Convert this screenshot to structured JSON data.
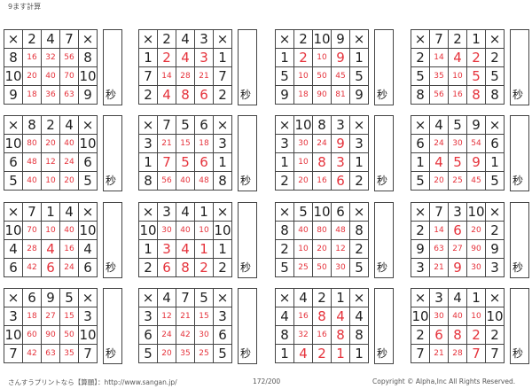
{
  "title": "9ます計算",
  "times_symbol": "×",
  "seconds_label": "秒",
  "grids": [
    {
      "cols": [
        2,
        4,
        7
      ],
      "rows": [
        8,
        10,
        9
      ],
      "products": [
        [
          16,
          32,
          56
        ],
        [
          20,
          40,
          70
        ],
        [
          18,
          36,
          63
        ]
      ]
    },
    {
      "cols": [
        2,
        4,
        3
      ],
      "rows": [
        1,
        7,
        2
      ],
      "products": [
        [
          2,
          4,
          3
        ],
        [
          14,
          28,
          21
        ],
        [
          4,
          8,
          6
        ]
      ]
    },
    {
      "cols": [
        2,
        10,
        9
      ],
      "rows": [
        1,
        5,
        9
      ],
      "products": [
        [
          2,
          10,
          9
        ],
        [
          10,
          50,
          45
        ],
        [
          18,
          90,
          81
        ]
      ]
    },
    {
      "cols": [
        7,
        2,
        1
      ],
      "rows": [
        2,
        5,
        8
      ],
      "products": [
        [
          14,
          4,
          2
        ],
        [
          35,
          10,
          5
        ],
        [
          56,
          16,
          8
        ]
      ]
    },
    {
      "cols": [
        8,
        2,
        4
      ],
      "rows": [
        10,
        6,
        5
      ],
      "products": [
        [
          80,
          20,
          40
        ],
        [
          48,
          12,
          24
        ],
        [
          40,
          10,
          20
        ]
      ]
    },
    {
      "cols": [
        7,
        5,
        6
      ],
      "rows": [
        3,
        1,
        8
      ],
      "products": [
        [
          21,
          15,
          18
        ],
        [
          7,
          5,
          6
        ],
        [
          56,
          40,
          48
        ]
      ]
    },
    {
      "cols": [
        10,
        8,
        3
      ],
      "rows": [
        3,
        1,
        2
      ],
      "products": [
        [
          30,
          24,
          9
        ],
        [
          10,
          8,
          3
        ],
        [
          20,
          16,
          6
        ]
      ]
    },
    {
      "cols": [
        4,
        5,
        9
      ],
      "rows": [
        6,
        1,
        5
      ],
      "products": [
        [
          24,
          30,
          54
        ],
        [
          4,
          5,
          9
        ],
        [
          20,
          25,
          45
        ]
      ]
    },
    {
      "cols": [
        7,
        1,
        4
      ],
      "rows": [
        10,
        4,
        6
      ],
      "products": [
        [
          70,
          10,
          40
        ],
        [
          28,
          4,
          16
        ],
        [
          42,
          6,
          24
        ]
      ]
    },
    {
      "cols": [
        3,
        4,
        1
      ],
      "rows": [
        10,
        1,
        2
      ],
      "products": [
        [
          30,
          40,
          10
        ],
        [
          3,
          4,
          1
        ],
        [
          6,
          8,
          2
        ]
      ]
    },
    {
      "cols": [
        5,
        10,
        6
      ],
      "rows": [
        8,
        2,
        5
      ],
      "products": [
        [
          40,
          80,
          48
        ],
        [
          10,
          20,
          12
        ],
        [
          25,
          50,
          30
        ]
      ]
    },
    {
      "cols": [
        7,
        3,
        10
      ],
      "rows": [
        2,
        9,
        3
      ],
      "products": [
        [
          14,
          6,
          20
        ],
        [
          63,
          27,
          90
        ],
        [
          21,
          9,
          30
        ]
      ]
    },
    {
      "cols": [
        6,
        9,
        5
      ],
      "rows": [
        3,
        10,
        7
      ],
      "products": [
        [
          18,
          27,
          15
        ],
        [
          60,
          90,
          50
        ],
        [
          42,
          63,
          35
        ]
      ]
    },
    {
      "cols": [
        4,
        7,
        5
      ],
      "rows": [
        3,
        6,
        5
      ],
      "products": [
        [
          12,
          21,
          15
        ],
        [
          24,
          42,
          30
        ],
        [
          20,
          35,
          25
        ]
      ]
    },
    {
      "cols": [
        4,
        2,
        1
      ],
      "rows": [
        4,
        8,
        1
      ],
      "products": [
        [
          16,
          8,
          4
        ],
        [
          32,
          16,
          8
        ],
        [
          4,
          2,
          1
        ]
      ]
    },
    {
      "cols": [
        3,
        4,
        1
      ],
      "rows": [
        10,
        2,
        7
      ],
      "products": [
        [
          30,
          40,
          10
        ],
        [
          6,
          8,
          2
        ],
        [
          21,
          28,
          7
        ]
      ]
    }
  ],
  "footer": {
    "left": "さんすうプリントなら【算願】：http://www.sangan.jp/",
    "page": "172/200",
    "copyright": "Copyright © Alpha,Inc All Rights Reserved."
  }
}
